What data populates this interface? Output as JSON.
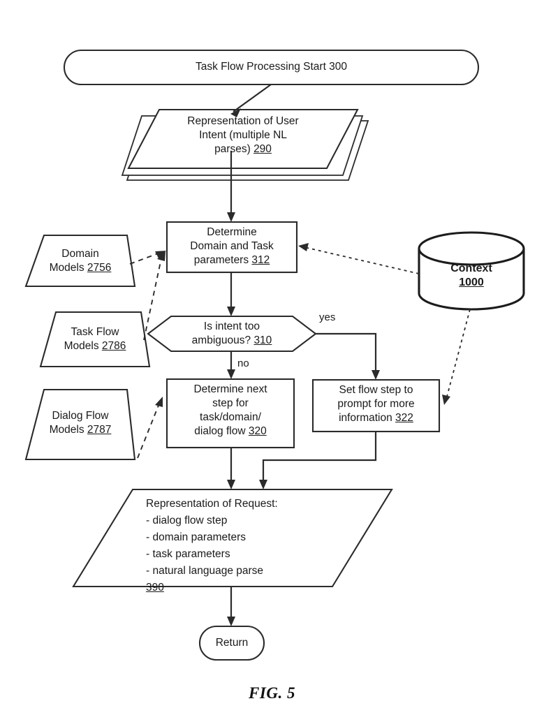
{
  "figure": {
    "caption": "FIG. 5",
    "title": "Task Flow Processing"
  },
  "nodes": {
    "start": {
      "shape": "stadium",
      "label": "Task Flow Processing Start 300",
      "ref": "300"
    },
    "user_intent": {
      "shape": "stacked-parallelogram",
      "line1": "Representation of User",
      "line2": "Intent (multiple NL",
      "line3": "parses) ",
      "ref": "290"
    },
    "determine_domain": {
      "shape": "rect",
      "line1": "Determine",
      "line2": "Domain and Task",
      "line3": "parameters ",
      "ref": "312"
    },
    "ambiguous": {
      "shape": "hexagon",
      "line1": "Is intent too",
      "line2": "ambiguous? ",
      "ref": "310"
    },
    "determine_next": {
      "shape": "rect",
      "line1": "Determine next",
      "line2": "step for",
      "line3": "task/domain/",
      "line4": "dialog flow ",
      "ref": "320"
    },
    "set_flow_step": {
      "shape": "rect",
      "line1": "Set flow step to",
      "line2": "prompt for more",
      "line3": "information ",
      "ref": "322"
    },
    "domain_models": {
      "shape": "trapezoid",
      "line1": "Domain",
      "line2": "Models ",
      "ref": "2756"
    },
    "task_flow_models": {
      "shape": "trapezoid",
      "line1": "Task Flow",
      "line2": "Models ",
      "ref": "2786"
    },
    "dialog_flow_models": {
      "shape": "trapezoid",
      "line1": "Dialog Flow",
      "line2": "Models ",
      "ref": "2787"
    },
    "context": {
      "shape": "cylinder",
      "label": "Context",
      "ref": "1000"
    },
    "request": {
      "shape": "parallelogram",
      "heading": "Representation of Request:",
      "items": [
        "- dialog flow step",
        "- domain parameters",
        "- task parameters",
        "- natural language parse"
      ],
      "ref": "390"
    },
    "return": {
      "shape": "stadium",
      "label": "Return"
    }
  },
  "edge_labels": {
    "yes": "yes",
    "no": "no"
  },
  "colors": {
    "stroke": "#2b2b2b",
    "background": "#ffffff",
    "text": "#1a1a1a"
  }
}
